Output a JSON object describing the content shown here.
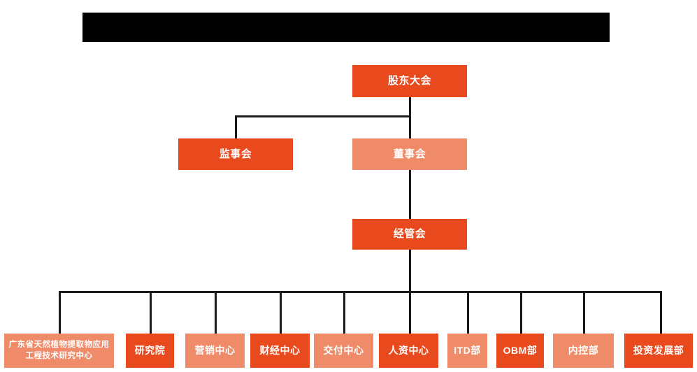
{
  "page": {
    "background_color": "#ffffff",
    "line_color": "#1a1a1a",
    "colors": {
      "deep_orange": "#E8491D",
      "salmon_orange": "#EF8B68",
      "redacted_bar": "#000000",
      "node_text": "#ffffff"
    }
  },
  "title_bar": {
    "label": "",
    "redacted": "true"
  },
  "chart_data": {
    "type": "org-chart",
    "title": "",
    "levels": [
      {
        "level": 1,
        "nodes": [
          {
            "id": "shareholders",
            "label": "股东大会",
            "color": "deep_orange"
          }
        ]
      },
      {
        "level": 2,
        "nodes": [
          {
            "id": "supervisors",
            "label": "监事会",
            "color": "deep_orange"
          },
          {
            "id": "directors",
            "label": "董事会",
            "color": "salmon_orange"
          }
        ]
      },
      {
        "level": 3,
        "nodes": [
          {
            "id": "management",
            "label": "经管会",
            "color": "deep_orange"
          }
        ]
      },
      {
        "level": 4,
        "nodes": [
          {
            "id": "research-center",
            "label": "广东省天然植物提取物应用工程技术研究中心",
            "color": "salmon_orange"
          },
          {
            "id": "institute",
            "label": "研究院",
            "color": "deep_orange"
          },
          {
            "id": "marketing",
            "label": "营销中心",
            "color": "salmon_orange"
          },
          {
            "id": "finance",
            "label": "财经中心",
            "color": "deep_orange"
          },
          {
            "id": "delivery",
            "label": "交付中心",
            "color": "salmon_orange"
          },
          {
            "id": "hr",
            "label": "人资中心",
            "color": "deep_orange"
          },
          {
            "id": "itd",
            "label": "ITD部",
            "color": "salmon_orange"
          },
          {
            "id": "obm",
            "label": "OBM部",
            "color": "deep_orange"
          },
          {
            "id": "internal-control",
            "label": "内控部",
            "color": "salmon_orange"
          },
          {
            "id": "investment",
            "label": "投资发展部",
            "color": "deep_orange"
          }
        ]
      }
    ],
    "edges": [
      {
        "from": "shareholders",
        "to": "supervisors"
      },
      {
        "from": "shareholders",
        "to": "directors"
      },
      {
        "from": "directors",
        "to": "management"
      },
      {
        "from": "management",
        "to": "research-center"
      },
      {
        "from": "management",
        "to": "institute"
      },
      {
        "from": "management",
        "to": "marketing"
      },
      {
        "from": "management",
        "to": "finance"
      },
      {
        "from": "management",
        "to": "delivery"
      },
      {
        "from": "management",
        "to": "hr"
      },
      {
        "from": "management",
        "to": "itd"
      },
      {
        "from": "management",
        "to": "obm"
      },
      {
        "from": "management",
        "to": "internal-control"
      },
      {
        "from": "management",
        "to": "investment"
      }
    ]
  }
}
